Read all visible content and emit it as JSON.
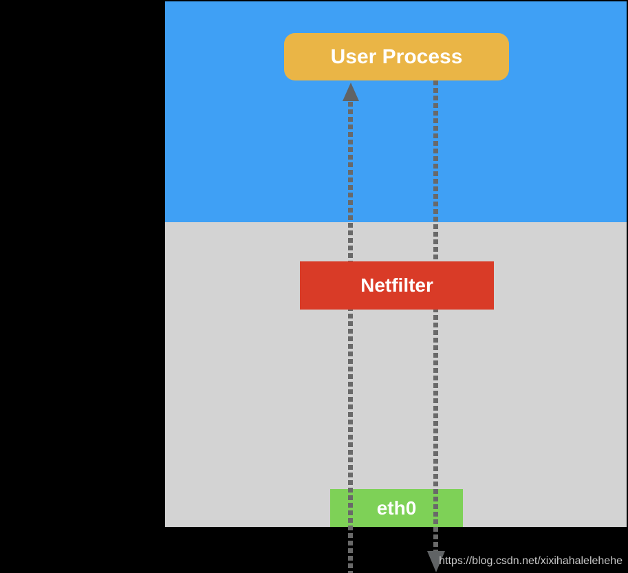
{
  "diagram": {
    "description": "Netfilter packet flow diagram",
    "regions": {
      "user_space": {
        "color": "#3FA0F5"
      },
      "kernel_space": {
        "color": "#D3D3D3"
      },
      "background": {
        "color": "#000000"
      }
    },
    "nodes": {
      "user_process": {
        "label": "User Process",
        "color": "#EAB546",
        "text_color": "#FFFFFF"
      },
      "netfilter": {
        "label": "Netfilter",
        "color": "#D93B27",
        "text_color": "#FFFFFF"
      },
      "eth0": {
        "label": "eth0",
        "color": "#7ED157",
        "text_color": "#FFFFFF"
      }
    },
    "edges": {
      "receive_path": {
        "style": "dotted",
        "color": "#696969",
        "arrow_direction": "up"
      },
      "send_path": {
        "style": "dotted",
        "color": "#696969",
        "arrow_direction": "down"
      }
    },
    "watermark": {
      "text": "https://blog.csdn.net/xixihahalelehehe",
      "color": "#C6C6C6"
    }
  }
}
